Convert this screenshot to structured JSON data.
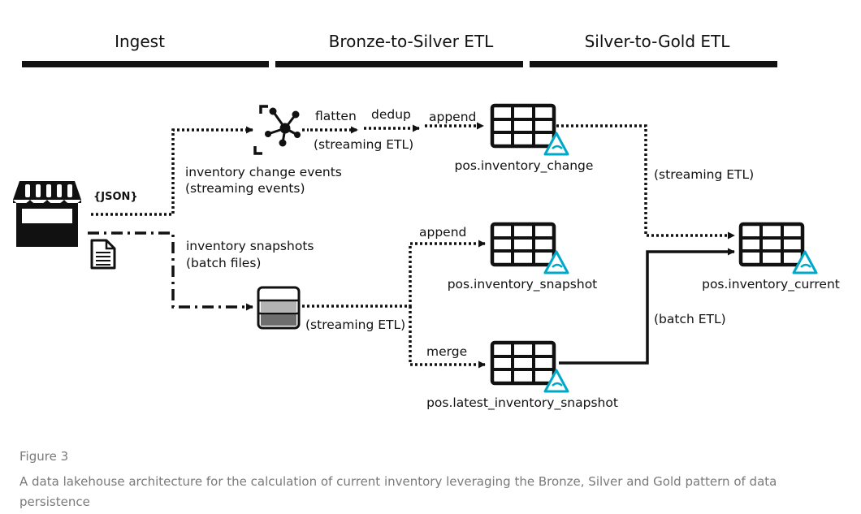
{
  "stages": {
    "ingest": "Ingest",
    "bronze_to_silver": "Bronze-to-Silver ETL",
    "silver_to_gold": "Silver-to-Gold ETL"
  },
  "source": {
    "json_label": "{JSON}"
  },
  "events": {
    "line1": "inventory change events",
    "line2": "(streaming events)"
  },
  "snapshots": {
    "line1": "inventory snapshots",
    "line2": "(batch files)"
  },
  "ops": {
    "flatten": "flatten",
    "dedup": "dedup",
    "append_top": "append",
    "streaming_top": "(streaming ETL)",
    "append_mid": "append",
    "streaming_mid": "(streaming ETL)",
    "merge": "merge",
    "streaming_right": "(streaming ETL)",
    "batch_right": "(batch ETL)"
  },
  "tables": {
    "change": "pos.inventory_change",
    "snapshot": "pos.inventory_snapshot",
    "latest": "pos.latest_inventory_snapshot",
    "current": "pos.inventory_current"
  },
  "icons": {
    "store": "store-icon",
    "document": "document-icon",
    "stream": "stream-hub-icon",
    "storage": "storage-icon",
    "table": "table-icon",
    "delta": "delta-icon"
  },
  "caption": {
    "title": "Figure 3",
    "text": "A data lakehouse architecture for the calculation of current inventory leveraging the Bronze, Silver and Gold pattern of data persistence"
  }
}
